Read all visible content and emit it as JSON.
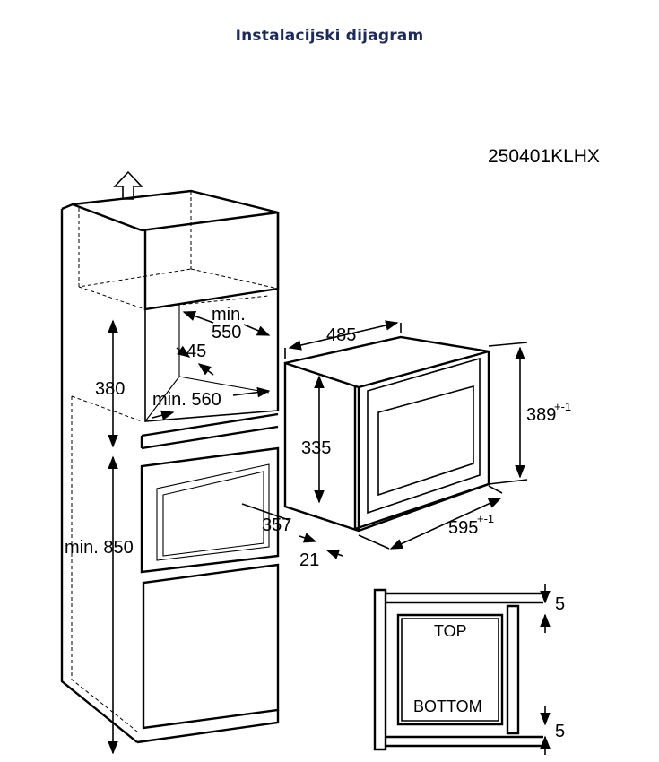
{
  "title": "Instalacijski dijagram",
  "model_code": "250401KLHX",
  "cabinet_dims": {
    "min550_a": "min.",
    "min550_b": "550",
    "d45": "45",
    "d380": "380",
    "min560": "min. 560",
    "d357": "357",
    "min850": "min. 850",
    "d21": "21"
  },
  "appliance_dims": {
    "d485": "485",
    "d335": "335",
    "d389": "389",
    "d389_tol": "+-1",
    "d595": "595",
    "d595_tol": "+-1"
  },
  "side_view": {
    "top_label": "TOP",
    "bottom_label": "BOTTOM",
    "gap_top": "5",
    "gap_bottom": "5"
  }
}
